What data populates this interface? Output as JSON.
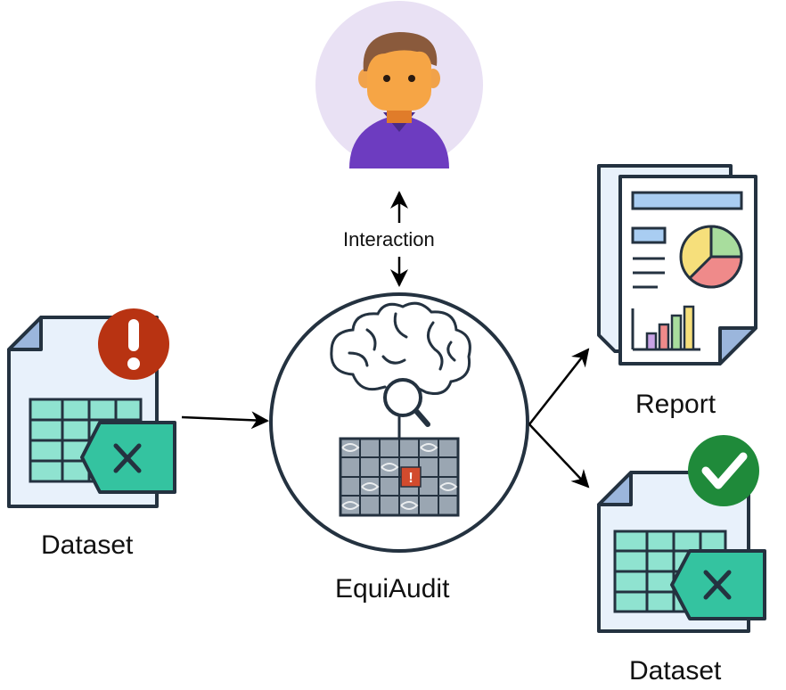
{
  "nodes": {
    "input_dataset": {
      "label": "Dataset",
      "badge_icon": "exclamation-icon",
      "badge_color": "#b83312"
    },
    "user": {
      "icon": "person-icon",
      "circle_color": "#e9e1f4"
    },
    "interaction": {
      "label": "Interaction"
    },
    "equiaudit": {
      "label": "EquiAudit",
      "icon": "brain-magnifier-icon",
      "grid_badge_color": "#d24b2e"
    },
    "report": {
      "label": "Report",
      "icon": "report-document-icon"
    },
    "output_dataset": {
      "label": "Dataset",
      "badge_icon": "check-icon",
      "badge_color": "#1f8a3a"
    }
  },
  "colors": {
    "outline": "#243240",
    "sheet": "#e8f1fb",
    "sheet_fold": "#9bb6dc",
    "cells": "#8fe3d0",
    "excel_tab": "#34c3a0",
    "report_blue": "#a9cdf2",
    "pie_yellow": "#f6df7b",
    "pie_green": "#a8dd9d",
    "pie_red": "#ef8a8a"
  }
}
